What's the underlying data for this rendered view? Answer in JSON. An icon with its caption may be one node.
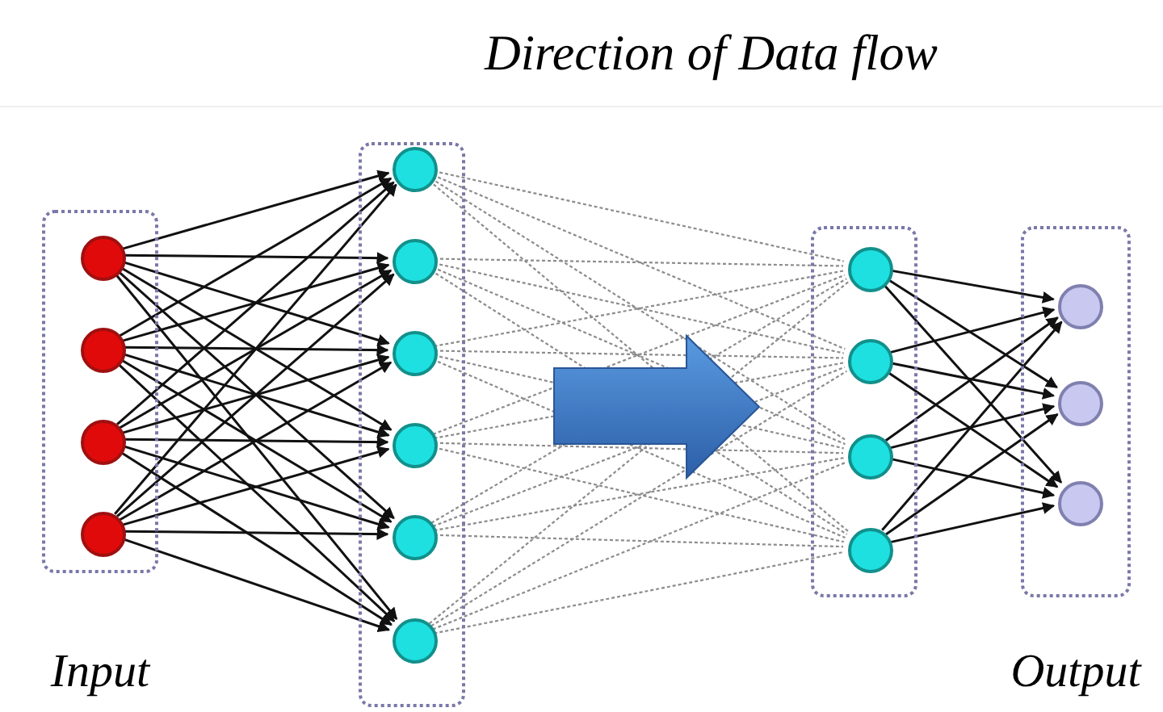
{
  "diagram": {
    "title": "Direction of Data flow",
    "nodes": [
      {
        "text": [],
        "shape": "box",
        "beside": [
          "Input"
        ]
      },
      {
        "text": [],
        "shape": "circle",
        "in": 0
      },
      {
        "text": [],
        "shape": "circle",
        "in": 0
      },
      {
        "text": [],
        "shape": "circle",
        "in": 0
      },
      {
        "text": [],
        "shape": "circle",
        "in": 0
      },
      {
        "text": [],
        "shape": "box"
      },
      {
        "text": [],
        "shape": "circle",
        "in": 5
      },
      {
        "text": [],
        "shape": "circle",
        "in": 5
      },
      {
        "text": [],
        "shape": "circle",
        "in": 5
      },
      {
        "text": [],
        "shape": "circle",
        "in": 5
      },
      {
        "text": [],
        "shape": "circle",
        "in": 5
      },
      {
        "text": [],
        "shape": "circle",
        "in": 5
      },
      {
        "text": [],
        "shape": "box"
      },
      {
        "text": [],
        "shape": "circle",
        "in": 12
      },
      {
        "text": [],
        "shape": "circle",
        "in": 12
      },
      {
        "text": [],
        "shape": "circle",
        "in": 12
      },
      {
        "text": [],
        "shape": "circle",
        "in": 12
      },
      {
        "text": [],
        "shape": "box",
        "beside": [
          "Output"
        ]
      },
      {
        "text": [],
        "shape": "circle",
        "in": 17
      },
      {
        "text": [],
        "shape": "circle",
        "in": 17
      },
      {
        "text": [],
        "shape": "circle",
        "in": 17
      }
    ],
    "edges": [
      {
        "from": 1,
        "to": 6,
        "arrow": "to"
      },
      {
        "from": 1,
        "to": 7,
        "arrow": "to"
      },
      {
        "from": 1,
        "to": 8,
        "arrow": "to"
      },
      {
        "from": 1,
        "to": 9,
        "arrow": "to"
      },
      {
        "from": 1,
        "to": 10,
        "arrow": "to"
      },
      {
        "from": 1,
        "to": 11,
        "arrow": "to"
      },
      {
        "from": 2,
        "to": 6,
        "arrow": "to"
      },
      {
        "from": 2,
        "to": 7,
        "arrow": "to"
      },
      {
        "from": 2,
        "to": 8,
        "arrow": "to"
      },
      {
        "from": 2,
        "to": 9,
        "arrow": "to"
      },
      {
        "from": 2,
        "to": 10,
        "arrow": "to"
      },
      {
        "from": 2,
        "to": 11,
        "arrow": "to"
      },
      {
        "from": 3,
        "to": 6,
        "arrow": "to"
      },
      {
        "from": 3,
        "to": 7,
        "arrow": "to"
      },
      {
        "from": 3,
        "to": 8,
        "arrow": "to"
      },
      {
        "from": 3,
        "to": 9,
        "arrow": "to"
      },
      {
        "from": 3,
        "to": 10,
        "arrow": "to"
      },
      {
        "from": 3,
        "to": 11,
        "arrow": "to"
      },
      {
        "from": 4,
        "to": 6,
        "arrow": "to"
      },
      {
        "from": 4,
        "to": 7,
        "arrow": "to"
      },
      {
        "from": 4,
        "to": 8,
        "arrow": "to"
      },
      {
        "from": 4,
        "to": 9,
        "arrow": "to"
      },
      {
        "from": 4,
        "to": 10,
        "arrow": "to"
      },
      {
        "from": 4,
        "to": 11,
        "arrow": "to"
      },
      {
        "from": 6,
        "to": 13,
        "arrow": "none",
        "style": "dashed",
        "color": "#8c8c8c"
      },
      {
        "from": 6,
        "to": 14,
        "arrow": "none",
        "style": "dashed",
        "color": "#8c8c8c"
      },
      {
        "from": 6,
        "to": 15,
        "arrow": "none",
        "style": "dashed",
        "color": "#8c8c8c"
      },
      {
        "from": 6,
        "to": 16,
        "arrow": "none",
        "style": "dashed",
        "color": "#8c8c8c"
      },
      {
        "from": 7,
        "to": 13,
        "arrow": "none",
        "style": "dashed",
        "color": "#8c8c8c"
      },
      {
        "from": 7,
        "to": 14,
        "arrow": "none",
        "style": "dashed",
        "color": "#8c8c8c"
      },
      {
        "from": 7,
        "to": 15,
        "arrow": "none",
        "style": "dashed",
        "color": "#8c8c8c"
      },
      {
        "from": 7,
        "to": 16,
        "arrow": "none",
        "style": "dashed",
        "color": "#8c8c8c"
      },
      {
        "from": 8,
        "to": 13,
        "arrow": "none",
        "style": "dashed",
        "color": "#8c8c8c"
      },
      {
        "from": 8,
        "to": 14,
        "arrow": "none",
        "style": "dashed",
        "color": "#8c8c8c"
      },
      {
        "from": 8,
        "to": 15,
        "arrow": "none",
        "style": "dashed",
        "color": "#8c8c8c"
      },
      {
        "from": 8,
        "to": 16,
        "arrow": "none",
        "style": "dashed",
        "color": "#8c8c8c"
      },
      {
        "from": 9,
        "to": 13,
        "arrow": "none",
        "style": "dashed",
        "color": "#8c8c8c"
      },
      {
        "from": 9,
        "to": 14,
        "arrow": "none",
        "style": "dashed",
        "color": "#8c8c8c"
      },
      {
        "from": 9,
        "to": 15,
        "arrow": "none",
        "style": "dashed",
        "color": "#8c8c8c"
      },
      {
        "from": 9,
        "to": 16,
        "arrow": "none",
        "style": "dashed",
        "color": "#8c8c8c"
      },
      {
        "from": 10,
        "to": 13,
        "arrow": "none",
        "style": "dashed",
        "color": "#8c8c8c"
      },
      {
        "from": 10,
        "to": 14,
        "arrow": "none",
        "style": "dashed",
        "color": "#8c8c8c"
      },
      {
        "from": 10,
        "to": 15,
        "arrow": "none",
        "style": "dashed",
        "color": "#8c8c8c"
      },
      {
        "from": 10,
        "to": 16,
        "arrow": "none",
        "style": "dashed",
        "color": "#8c8c8c"
      },
      {
        "from": 11,
        "to": 13,
        "arrow": "none",
        "style": "dashed",
        "color": "#8c8c8c"
      },
      {
        "from": 11,
        "to": 14,
        "arrow": "none",
        "style": "dashed",
        "color": "#8c8c8c"
      },
      {
        "from": 11,
        "to": 15,
        "arrow": "none",
        "style": "dashed",
        "color": "#8c8c8c"
      },
      {
        "from": 11,
        "to": 16,
        "arrow": "none",
        "style": "dashed",
        "color": "#8c8c8c"
      },
      {
        "from": 13,
        "to": 18,
        "arrow": "to"
      },
      {
        "from": 13,
        "to": 19,
        "arrow": "to"
      },
      {
        "from": 13,
        "to": 20,
        "arrow": "to"
      },
      {
        "from": 14,
        "to": 18,
        "arrow": "to"
      },
      {
        "from": 14,
        "to": 19,
        "arrow": "to"
      },
      {
        "from": 14,
        "to": 20,
        "arrow": "to"
      },
      {
        "from": 15,
        "to": 18,
        "arrow": "to"
      },
      {
        "from": 15,
        "to": 19,
        "arrow": "to"
      },
      {
        "from": 15,
        "to": 20,
        "arrow": "to"
      },
      {
        "from": 16,
        "to": 18,
        "arrow": "to"
      },
      {
        "from": 16,
        "to": 19,
        "arrow": "to"
      },
      {
        "from": 16,
        "to": 20,
        "arrow": "to"
      }
    ]
  }
}
